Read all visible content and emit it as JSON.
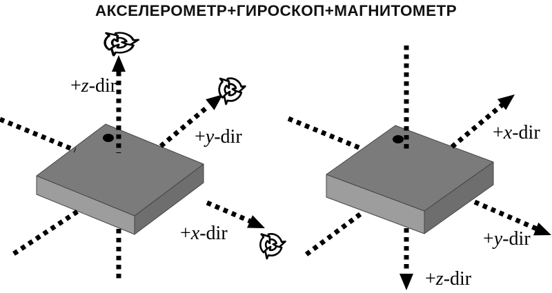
{
  "title": "АКСЕЛЕРОМЕТР+ГИРОСКОП+МАГНИТОМЕТР",
  "colors": {
    "background": "#ffffff",
    "title_text": "#111111",
    "label_text": "#000000",
    "axis": "#000000",
    "chip_top": "#7b7b7b",
    "chip_front": "#9d9d9d",
    "chip_side": "#6e6e6e",
    "chip_outline": "#454545",
    "pin_marker": "#000000"
  },
  "diagrams": {
    "left": {
      "axes": [
        {
          "axis": "z",
          "prefix": "+",
          "letter": "z",
          "suffix": "-dir",
          "arrow_direction": "up",
          "rotation_icon": "rotation-arrows-icon"
        },
        {
          "axis": "y",
          "prefix": "+",
          "letter": "y",
          "suffix": "-dir",
          "arrow_direction": "upper-right",
          "rotation_icon": "rotation-arrows-icon"
        },
        {
          "axis": "x",
          "prefix": "+",
          "letter": "x",
          "suffix": "-dir",
          "arrow_direction": "lower-right",
          "rotation_icon": "rotation-arrows-icon"
        }
      ]
    },
    "right": {
      "axes": [
        {
          "axis": "x",
          "prefix": "+",
          "letter": "x",
          "suffix": "-dir",
          "arrow_direction": "upper-right",
          "rotation_icon": null
        },
        {
          "axis": "y",
          "prefix": "+",
          "letter": "y",
          "suffix": "-dir",
          "arrow_direction": "lower-right",
          "rotation_icon": null
        },
        {
          "axis": "z",
          "prefix": "+",
          "letter": "z",
          "suffix": "-dir",
          "arrow_direction": "down",
          "rotation_icon": null
        }
      ]
    }
  }
}
